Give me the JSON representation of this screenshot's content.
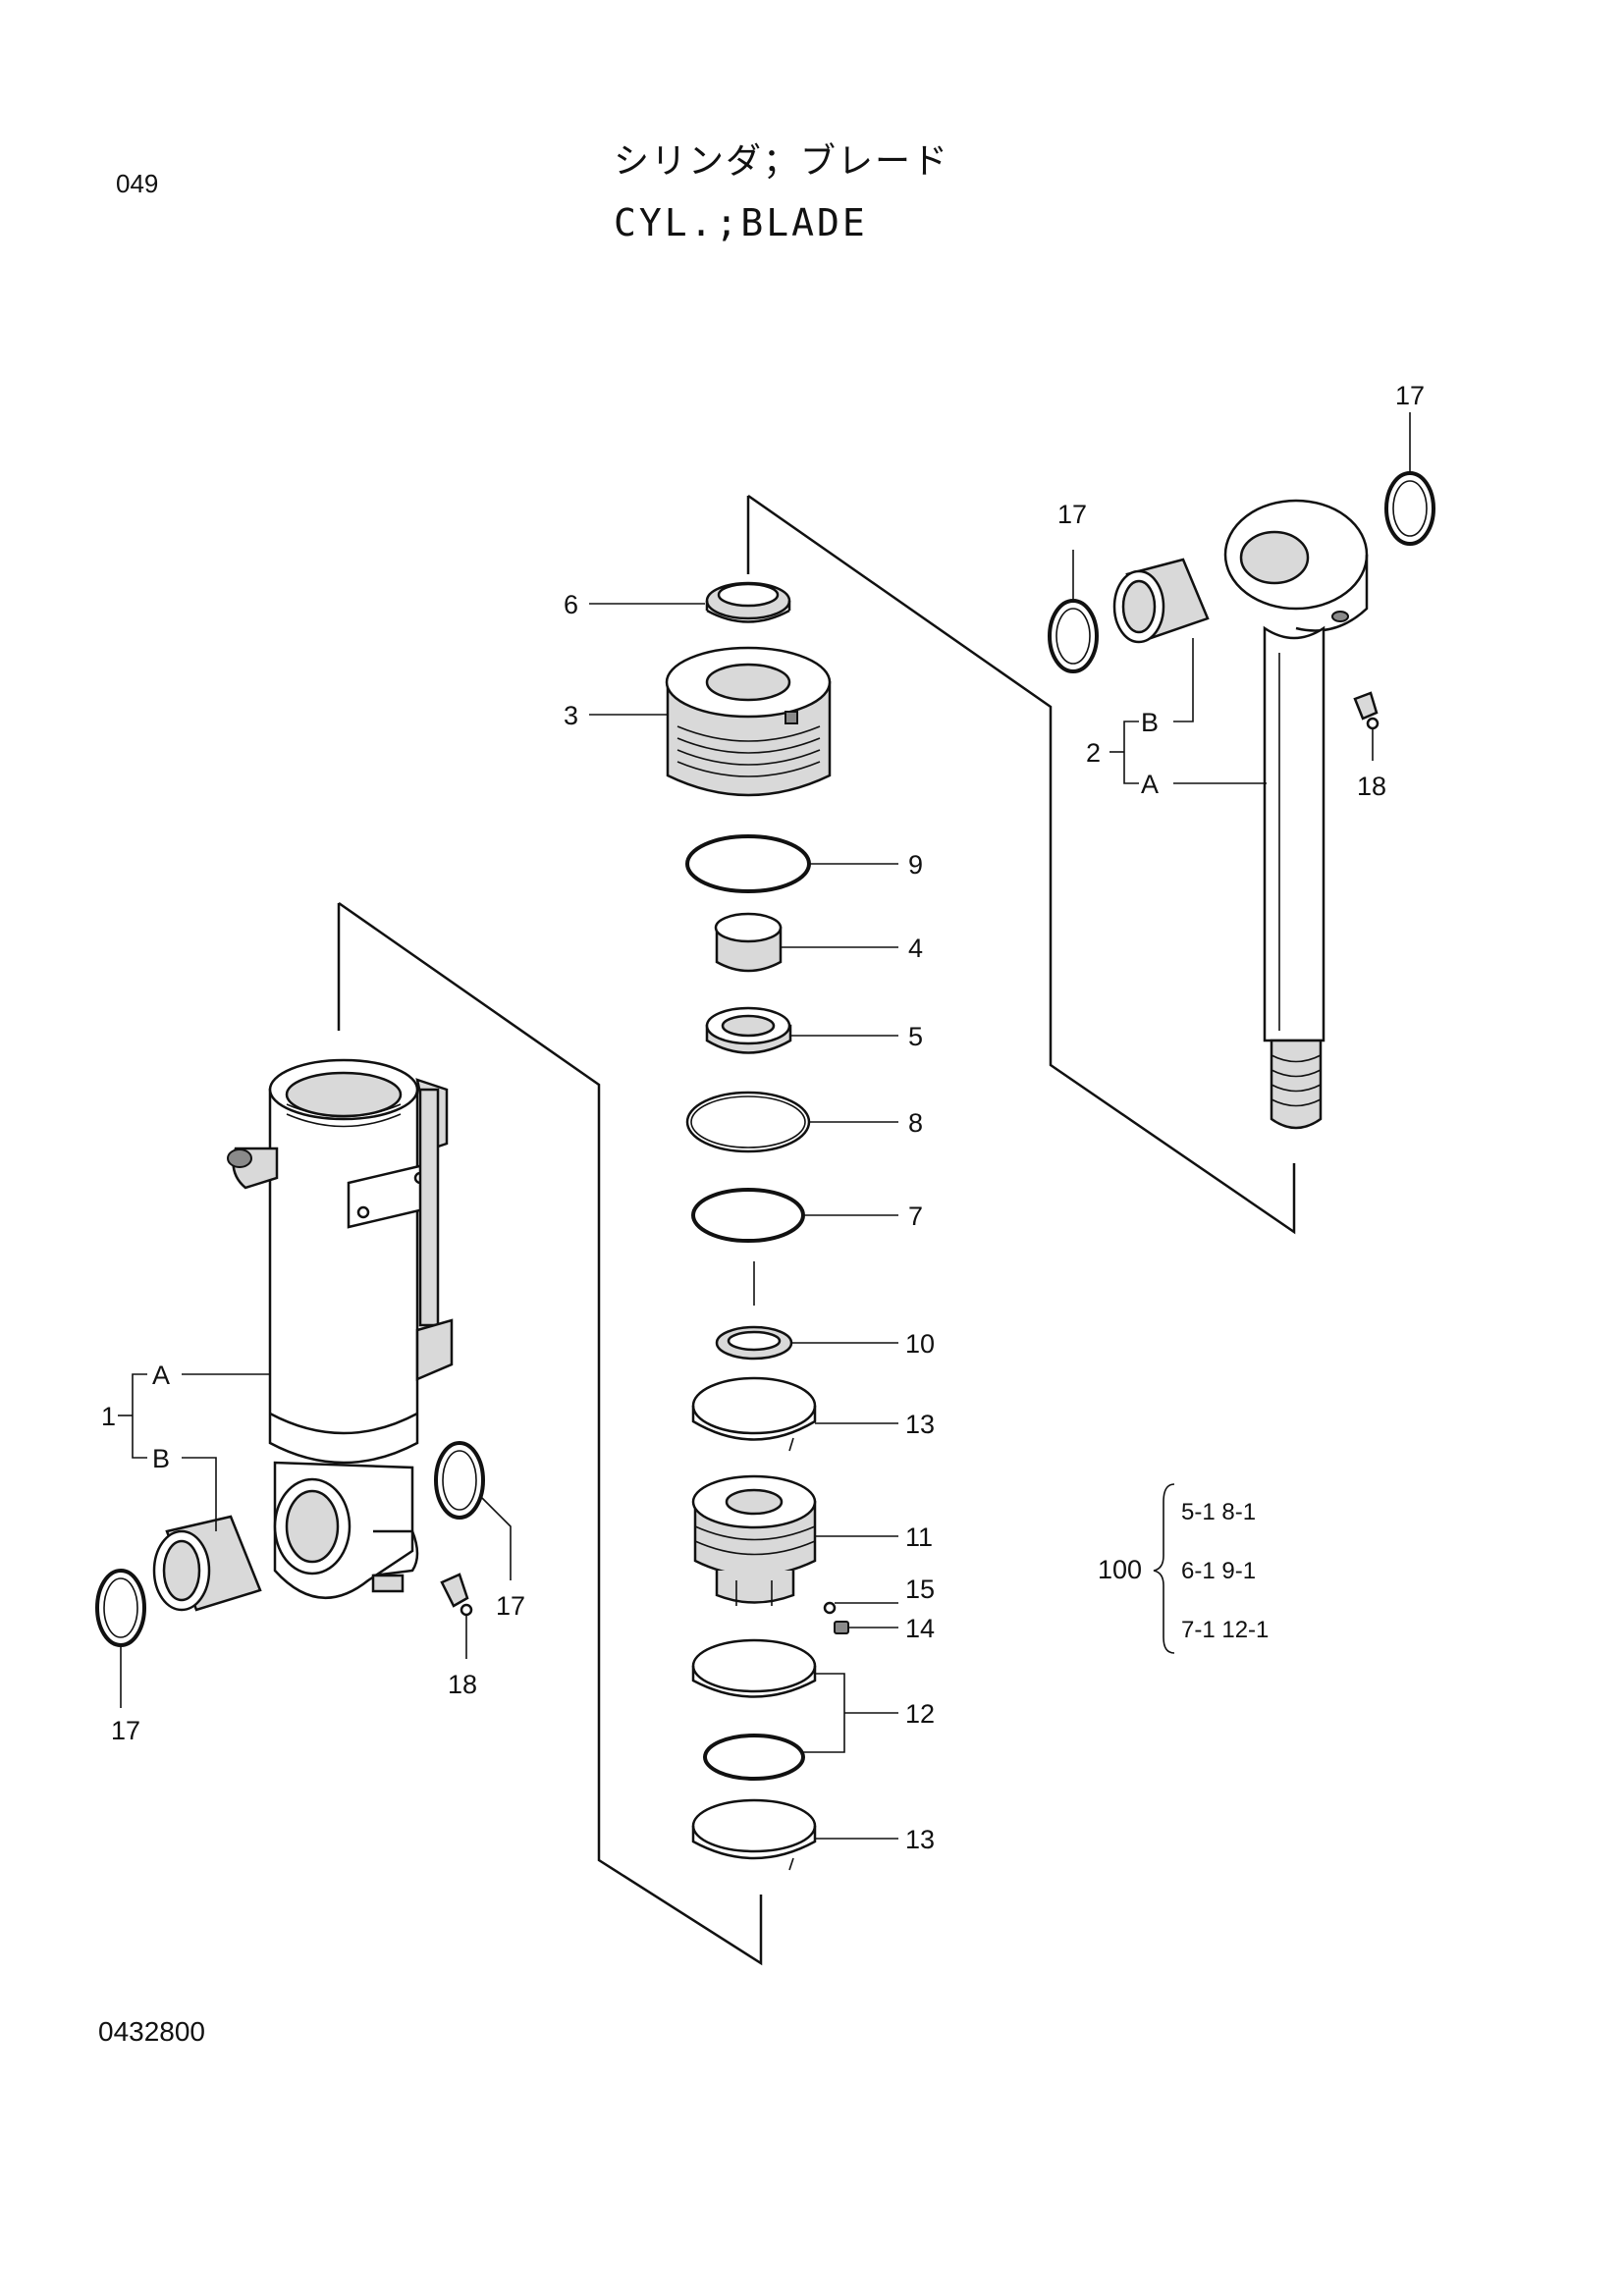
{
  "header": {
    "page_number": "049",
    "title_jp": "シリンダ；ブレード",
    "title_en": "CYL.;BLADE"
  },
  "footer": {
    "document_code": "0432800"
  },
  "callouts": {
    "c1": "1",
    "c1a": "A",
    "c1b": "B",
    "c2": "2",
    "c2a": "A",
    "c2b": "B",
    "c3": "3",
    "c4": "4",
    "c5": "5",
    "c6": "6",
    "c7": "7",
    "c8": "8",
    "c9": "9",
    "c10": "10",
    "c11": "11",
    "c12": "12",
    "c13a": "13",
    "c13b": "13",
    "c14": "14",
    "c15": "15",
    "c17a": "17",
    "c17b": "17",
    "c17c": "17",
    "c17d": "17",
    "c18a": "18",
    "c18b": "18"
  },
  "seal_kit": {
    "number": "100",
    "rows": [
      "5-1  8-1",
      "6-1  9-1",
      "7-1  12-1"
    ]
  }
}
